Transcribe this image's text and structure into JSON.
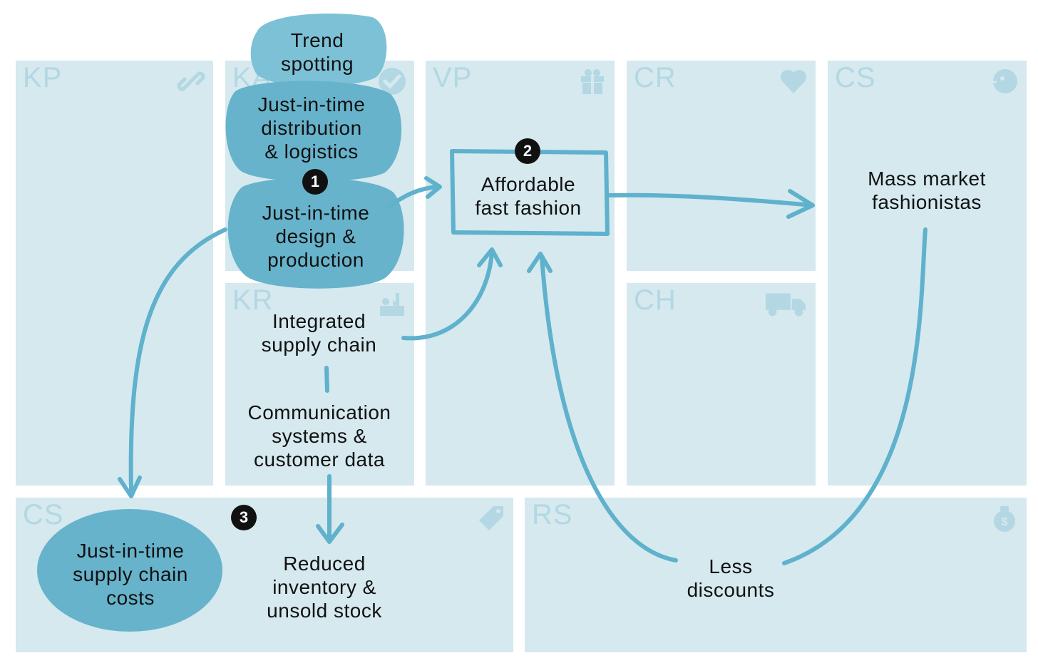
{
  "blocks": {
    "kp": {
      "code": "KP",
      "icon": "link-icon"
    },
    "ka": {
      "code": "KA",
      "icon": "check-circle-icon"
    },
    "kr": {
      "code": "KR",
      "icon": "factory-icon"
    },
    "vp": {
      "code": "VP",
      "icon": "gift-icon"
    },
    "cr": {
      "code": "CR",
      "icon": "heart-icon"
    },
    "ch": {
      "code": "CH",
      "icon": "truck-icon"
    },
    "cs": {
      "code": "CS",
      "icon": "face-icon"
    },
    "cost": {
      "code": "CS",
      "icon": "price-tag-icon"
    },
    "rs": {
      "code": "RS",
      "icon": "money-bag-icon"
    }
  },
  "notes": {
    "trend_spotting": "Trend\nspotting",
    "jit_distribution": "Just-in-time\ndistribution\n& logistics",
    "jit_design": "Just-in-time\ndesign &\nproduction",
    "integrated_supply": "Integrated\nsupply chain",
    "communication": "Communication\nsystems &\ncustomer data",
    "affordable": "Affordable\nfast fashion",
    "mass_market": "Mass market\nfashionistas",
    "jit_costs": "Just-in-time\nsupply chain\ncosts",
    "reduced_inventory": "Reduced\ninventory &\nunsold stock",
    "less_discounts": "Less\ndiscounts"
  },
  "markers": [
    "1",
    "2",
    "3"
  ],
  "colors": {
    "block_fill": "#d5e9ef",
    "block_text": "#b3d8e3",
    "blob": "#67b3cb",
    "blob_light": "#7dc1d6",
    "arrow": "#5fb1cc",
    "marker": "#111111"
  }
}
